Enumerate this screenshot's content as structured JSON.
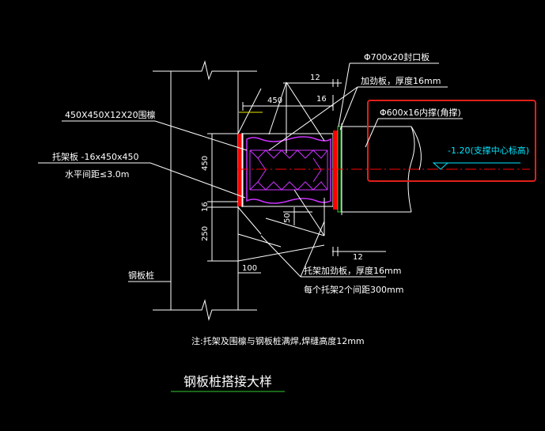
{
  "labels": {
    "closure_plate": "Φ700x20封口板",
    "stiffener": "加劲板，厚度16mm",
    "steel_pipe": "Φ600x16内撑(角撑)",
    "elevation": "-1.20(支撑中心标高)",
    "waler": "450X450X12X20围檩",
    "bracket_plate": "托架板 -16x450x450",
    "bracket_spacing": "水平间距≤3.0m",
    "sheet_pile": "钢板桩",
    "bracket_stiffener": "托架加劲板，厚度16mm",
    "bracket_stiffener_spacing": "每个托架2个间距300mm",
    "note": "注:托架及围檩与钢板桩满焊,焊缝高度12mm",
    "title": "钢板桩搭接大样"
  },
  "dimensions": {
    "d12_top": "12",
    "d450_top": "450",
    "d16_top": "16",
    "d450_left": "450",
    "d16_left": "16",
    "d250_left": "250",
    "d100_bottom": "100",
    "d50": "50",
    "d12_bottom": "12"
  },
  "colors": {
    "background": "#000000",
    "line": "#ffffff",
    "leader": "#e8e800",
    "steel_plate": "#ff0000",
    "waler_truss": "#cc33ff",
    "pipe_axis": "#ff0000",
    "elevation_text": "#00e5ff",
    "highlight_box": "#e0201a",
    "green_plate": "#33cc33"
  }
}
